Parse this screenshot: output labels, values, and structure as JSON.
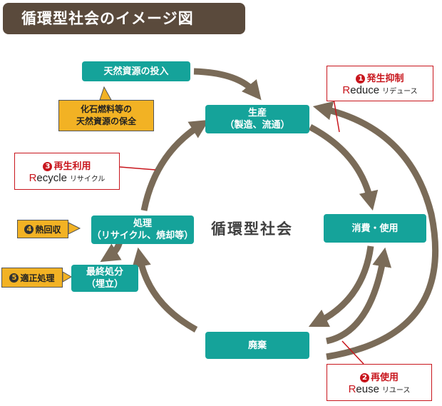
{
  "title": "循環型社会のイメージ図",
  "center_label": "循環型社会",
  "nodes": {
    "natural_input": "天然資源の投入",
    "production_line1": "生産",
    "production_line2": "（製造、流通）",
    "consumption": "消費・使用",
    "disposal": "廃棄",
    "treatment_line1": "処理",
    "treatment_line2": "（リサイクル、焼却等）",
    "final_disposal_line1": "最終処分",
    "final_disposal_line2": "（埋立）"
  },
  "note": {
    "line1": "化石燃料等の",
    "line2": "天然資源の保全"
  },
  "callouts": {
    "reduce": {
      "num": "1",
      "jp": "発生抑制",
      "cap": "R",
      "en_rest": "educe",
      "kana": "リデュース"
    },
    "reuse": {
      "num": "2",
      "jp": "再使用",
      "cap": "R",
      "en_rest": "euse",
      "kana": "リユース"
    },
    "recycle": {
      "num": "3",
      "jp": "再生利用",
      "cap": "R",
      "en_rest": "ecycle",
      "kana": "リサイクル"
    },
    "heat_recovery": {
      "num": "4",
      "jp": "熱回収"
    },
    "proper_disposal": {
      "num": "5",
      "jp": "適正処理"
    }
  },
  "colors": {
    "node": "#15a39a",
    "arrow": "#7a6b58",
    "title_bg": "#5a4a3c",
    "accent_red": "#c8161d",
    "note_yellow": "#f2b224"
  }
}
